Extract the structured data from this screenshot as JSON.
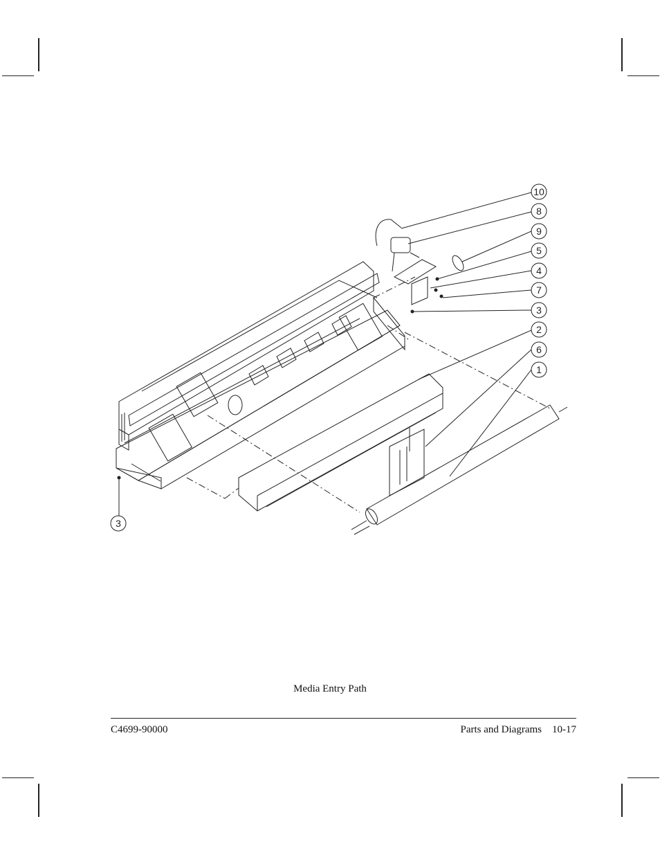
{
  "diagram": {
    "callouts": [
      "10",
      "8",
      "9",
      "5",
      "4",
      "7",
      "3",
      "2",
      "6",
      "1"
    ],
    "left_callout": "3"
  },
  "caption": "Media Entry Path",
  "footer": {
    "doc_number": "C4699-90000",
    "section": "Parts and Diagrams",
    "page": "10-17"
  }
}
